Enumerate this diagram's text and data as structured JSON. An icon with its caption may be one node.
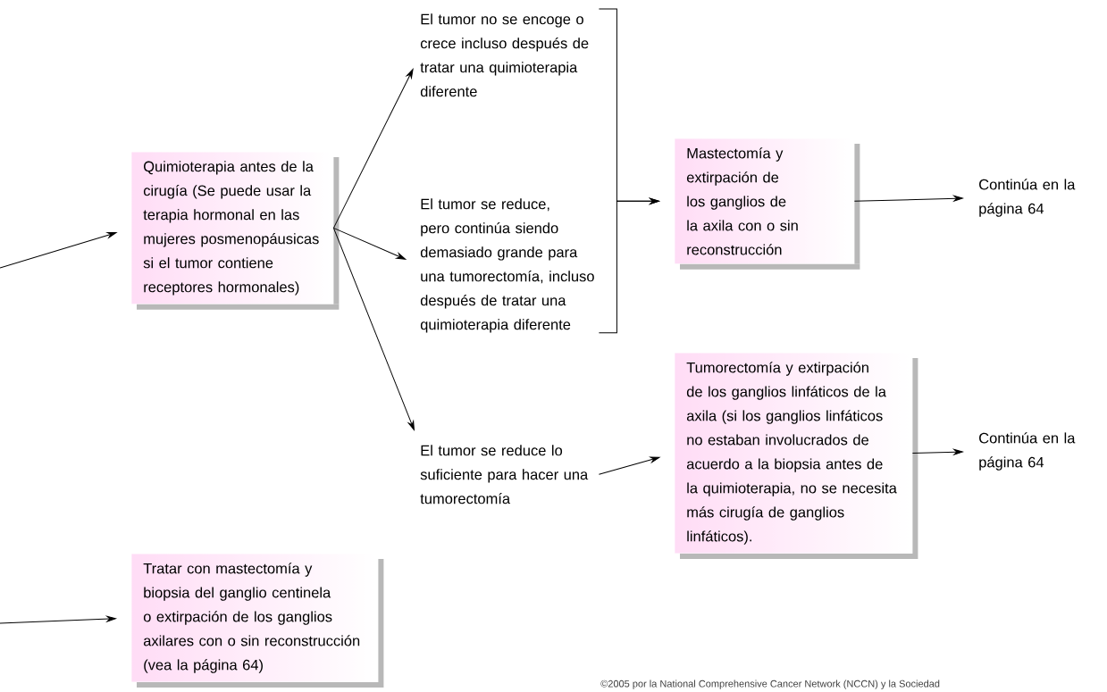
{
  "diagram": {
    "nodes": [
      {
        "text": [
          "Quimioterapia antes de la cirugía (Se puede usar la terapia hormonal en las mujeres posmenopáusicas si el tumor contiene receptores hormonales)"
        ]
      },
      {
        "text": [
          "El tumor no se encoge o crece incluso después de tratar una quimioterapia diferente"
        ]
      },
      {
        "text": [
          "El tumor se reduce, pero continúa siendo demasiado grande para una tumorectomía, incluso después de tratar una quimioterapia diferente"
        ]
      },
      {
        "text": [
          "El tumor se reduce lo suficiente para hacer una tumorectomía"
        ]
      },
      {
        "text": [
          "Mastectomía y extirpación de los ganglios de la axila con o sin reconstrucción"
        ]
      },
      {
        "text": [
          "Continúa en la página 64"
        ]
      },
      {
        "text": [
          "Tumorectomía y extirpación de los ganglios linfáticos de la axila (si los ganglios linfáticos no estaban involucrados de acuerdo a la biopsia antes de la quimioterapia, no se necesita más cirugía de ganglios linfáticos)."
        ]
      },
      {
        "text": [
          "Continúa en la página 64"
        ]
      },
      {
        "text": [
          "Tratar con mastectomía y biopsia del ganglio centinela o extirpación de los ganglios axilares con o sin reconstrucción (vea la página 64)"
        ]
      }
    ],
    "edges": [
      {
        "from": null,
        "to": 0,
        "arrow": "to"
      },
      {
        "from": 0,
        "to": 1,
        "arrow": "to"
      },
      {
        "from": 0,
        "to": 2,
        "arrow": "to"
      },
      {
        "from": 0,
        "to": 3,
        "arrow": "to"
      },
      {
        "from": 1,
        "to": 4,
        "arrow": "to"
      },
      {
        "from": 2,
        "to": 4,
        "arrow": "to"
      },
      {
        "from": 4,
        "to": 5,
        "arrow": "to"
      },
      {
        "from": 3,
        "to": 6,
        "arrow": "to"
      },
      {
        "from": 6,
        "to": 7,
        "arrow": "to"
      },
      {
        "from": null,
        "to": 8,
        "arrow": "to"
      }
    ],
    "labels": [
      "©2005 por la National Comprehensive Cancer Network (NCCN) y la Sociedad"
    ]
  }
}
